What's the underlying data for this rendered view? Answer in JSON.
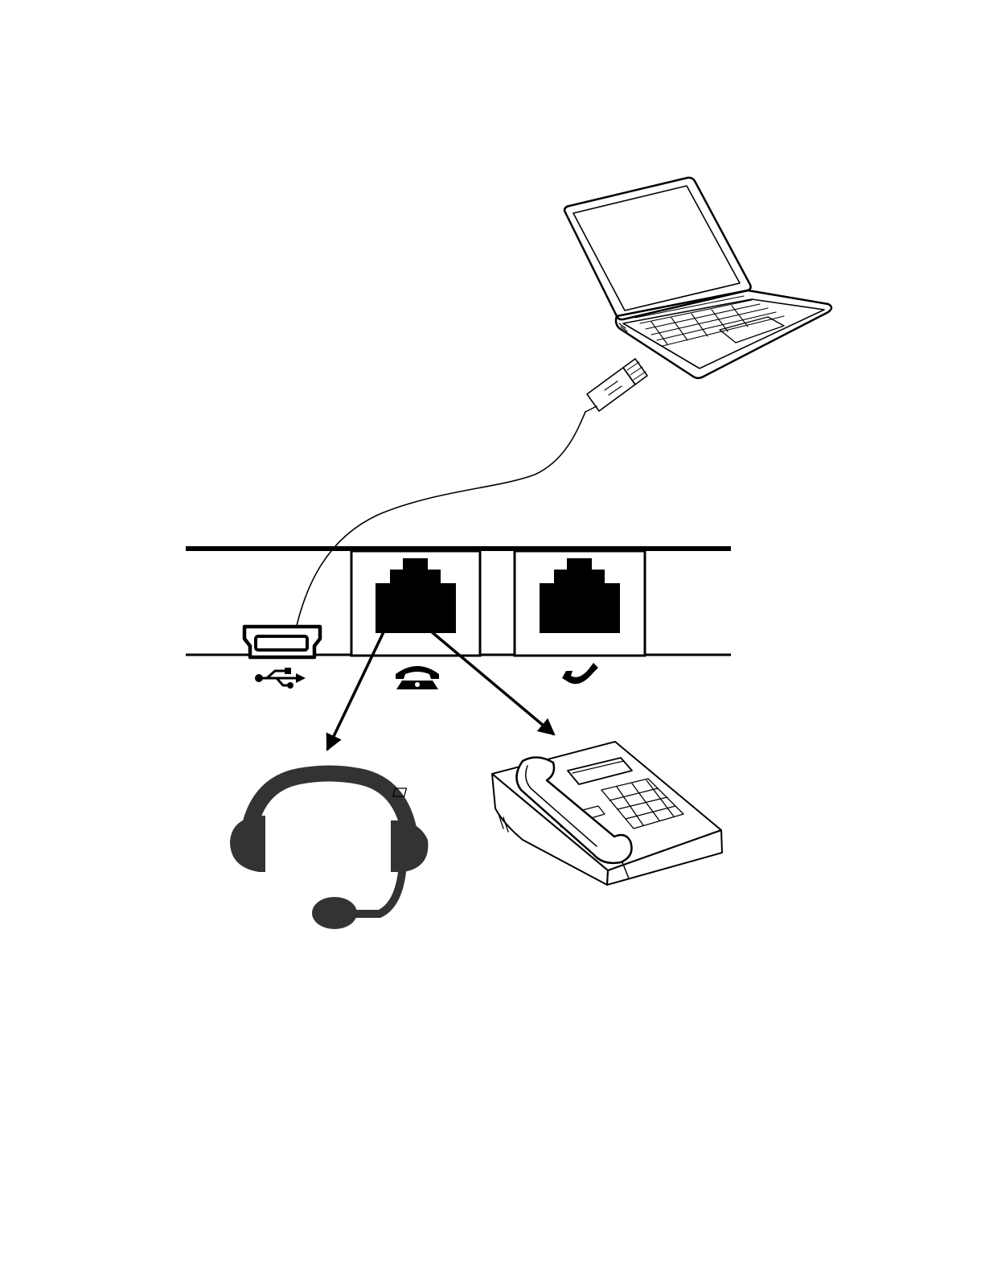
{
  "diagram": {
    "nodes": [
      {
        "id": "laptop",
        "icon": "laptop-icon"
      },
      {
        "id": "usb-plug",
        "icon": "usb-plug-icon"
      },
      {
        "id": "mini-usb-port",
        "icon": "mini-usb-port-icon"
      },
      {
        "id": "phone-port",
        "icon": "rj-port-icon"
      },
      {
        "id": "headset-port",
        "icon": "rj-port-icon"
      },
      {
        "id": "headset",
        "icon": "headset-icon"
      },
      {
        "id": "desk-phone",
        "icon": "desk-phone-icon"
      }
    ],
    "port_labels": [
      {
        "port": "mini-usb-port",
        "icon": "usb-symbol-icon"
      },
      {
        "port": "phone-port",
        "icon": "telephone-symbol-icon"
      },
      {
        "port": "headset-port",
        "icon": "handset-symbol-icon"
      }
    ],
    "connections": [
      {
        "from": "mini-usb-port",
        "to": "laptop",
        "style": "cable"
      },
      {
        "from": "phone-port",
        "to": "headset",
        "style": "arrow"
      },
      {
        "from": "phone-port",
        "to": "desk-phone",
        "style": "arrow"
      }
    ],
    "colors": {
      "line": "#000000",
      "icon_fill": "#333333",
      "background": "#ffffff"
    }
  }
}
